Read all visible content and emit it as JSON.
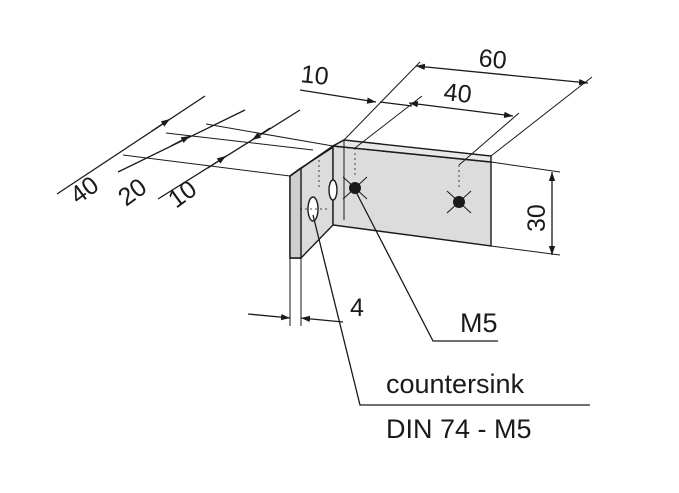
{
  "dimensions": {
    "overall_length": "60",
    "hole_spacing": "40",
    "edge_offset": "10",
    "depth_total": "40",
    "depth_hole": "20",
    "depth_edge": "10",
    "height": "30",
    "thickness": "4"
  },
  "callouts": {
    "thread": "M5",
    "countersink_label": "countersink",
    "countersink_standard": "DIN 74 - M5"
  },
  "colors": {
    "part_fill": "#dcdcdc",
    "part_face_dark": "#d2d2d2",
    "line": "#1a1a1a",
    "background": "#ffffff"
  }
}
